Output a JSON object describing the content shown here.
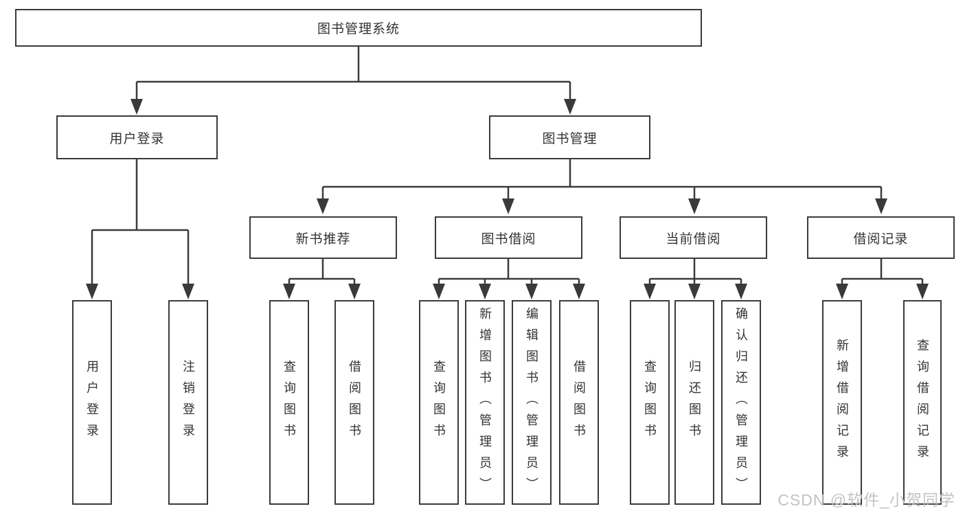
{
  "diagram": {
    "root": {
      "label": "图书管理系统",
      "children": [
        {
          "label": "用户登录",
          "children": [
            {
              "label": "用户登录"
            },
            {
              "label": "注销登录"
            }
          ]
        },
        {
          "label": "图书管理",
          "children": [
            {
              "label": "新书推荐",
              "children": [
                {
                  "label": "查询图书"
                },
                {
                  "label": "借阅图书"
                }
              ]
            },
            {
              "label": "图书借阅",
              "children": [
                {
                  "label": "查询图书"
                },
                {
                  "label": "新增图书（管理员）"
                },
                {
                  "label": "编辑图书（管理员）"
                },
                {
                  "label": "借阅图书"
                }
              ]
            },
            {
              "label": "当前借阅",
              "children": [
                {
                  "label": "查询图书"
                },
                {
                  "label": "归还图书"
                },
                {
                  "label": "确认归还（管理员）"
                }
              ]
            },
            {
              "label": "借阅记录",
              "children": [
                {
                  "label": "新增借阅记录"
                },
                {
                  "label": "查询借阅记录"
                }
              ]
            }
          ]
        }
      ]
    }
  },
  "watermark": {
    "text": "CSDN @软件_小贺同学"
  },
  "colors": {
    "line": "#3a3a3a",
    "text": "#333333",
    "watermark": "#c3c3c3",
    "background": "#ffffff"
  }
}
